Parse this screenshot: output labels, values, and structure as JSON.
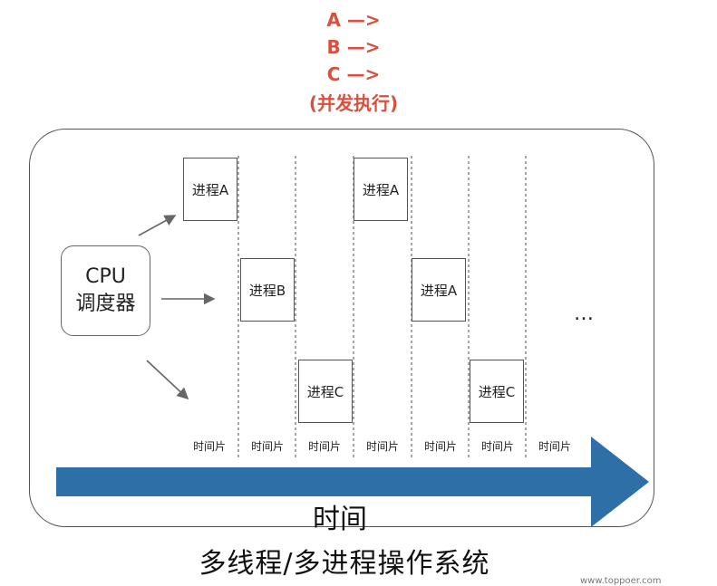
{
  "header": {
    "line1": "A —>",
    "line2": "B —>",
    "line3": "C —>",
    "line4": "(并发执行)"
  },
  "cpu": {
    "line1": "CPU",
    "line2": "调度器"
  },
  "processes": [
    {
      "label": "进程A"
    },
    {
      "label": "进程B"
    },
    {
      "label": "进程C"
    },
    {
      "label": "进程A"
    },
    {
      "label": "进程A"
    },
    {
      "label": "进程C"
    }
  ],
  "time_slices": [
    "时间片",
    "时间片",
    "时间片",
    "时间片",
    "时间片",
    "时间片",
    "时间片"
  ],
  "ellipsis": "…",
  "axis": {
    "label": "时间",
    "color": "#2e6fa7"
  },
  "caption": "多线程/多进程操作系统",
  "watermark": "www.toppoer.com",
  "colors": {
    "accent_red": "#d9503f",
    "arrow_blue": "#2e6fa7"
  }
}
